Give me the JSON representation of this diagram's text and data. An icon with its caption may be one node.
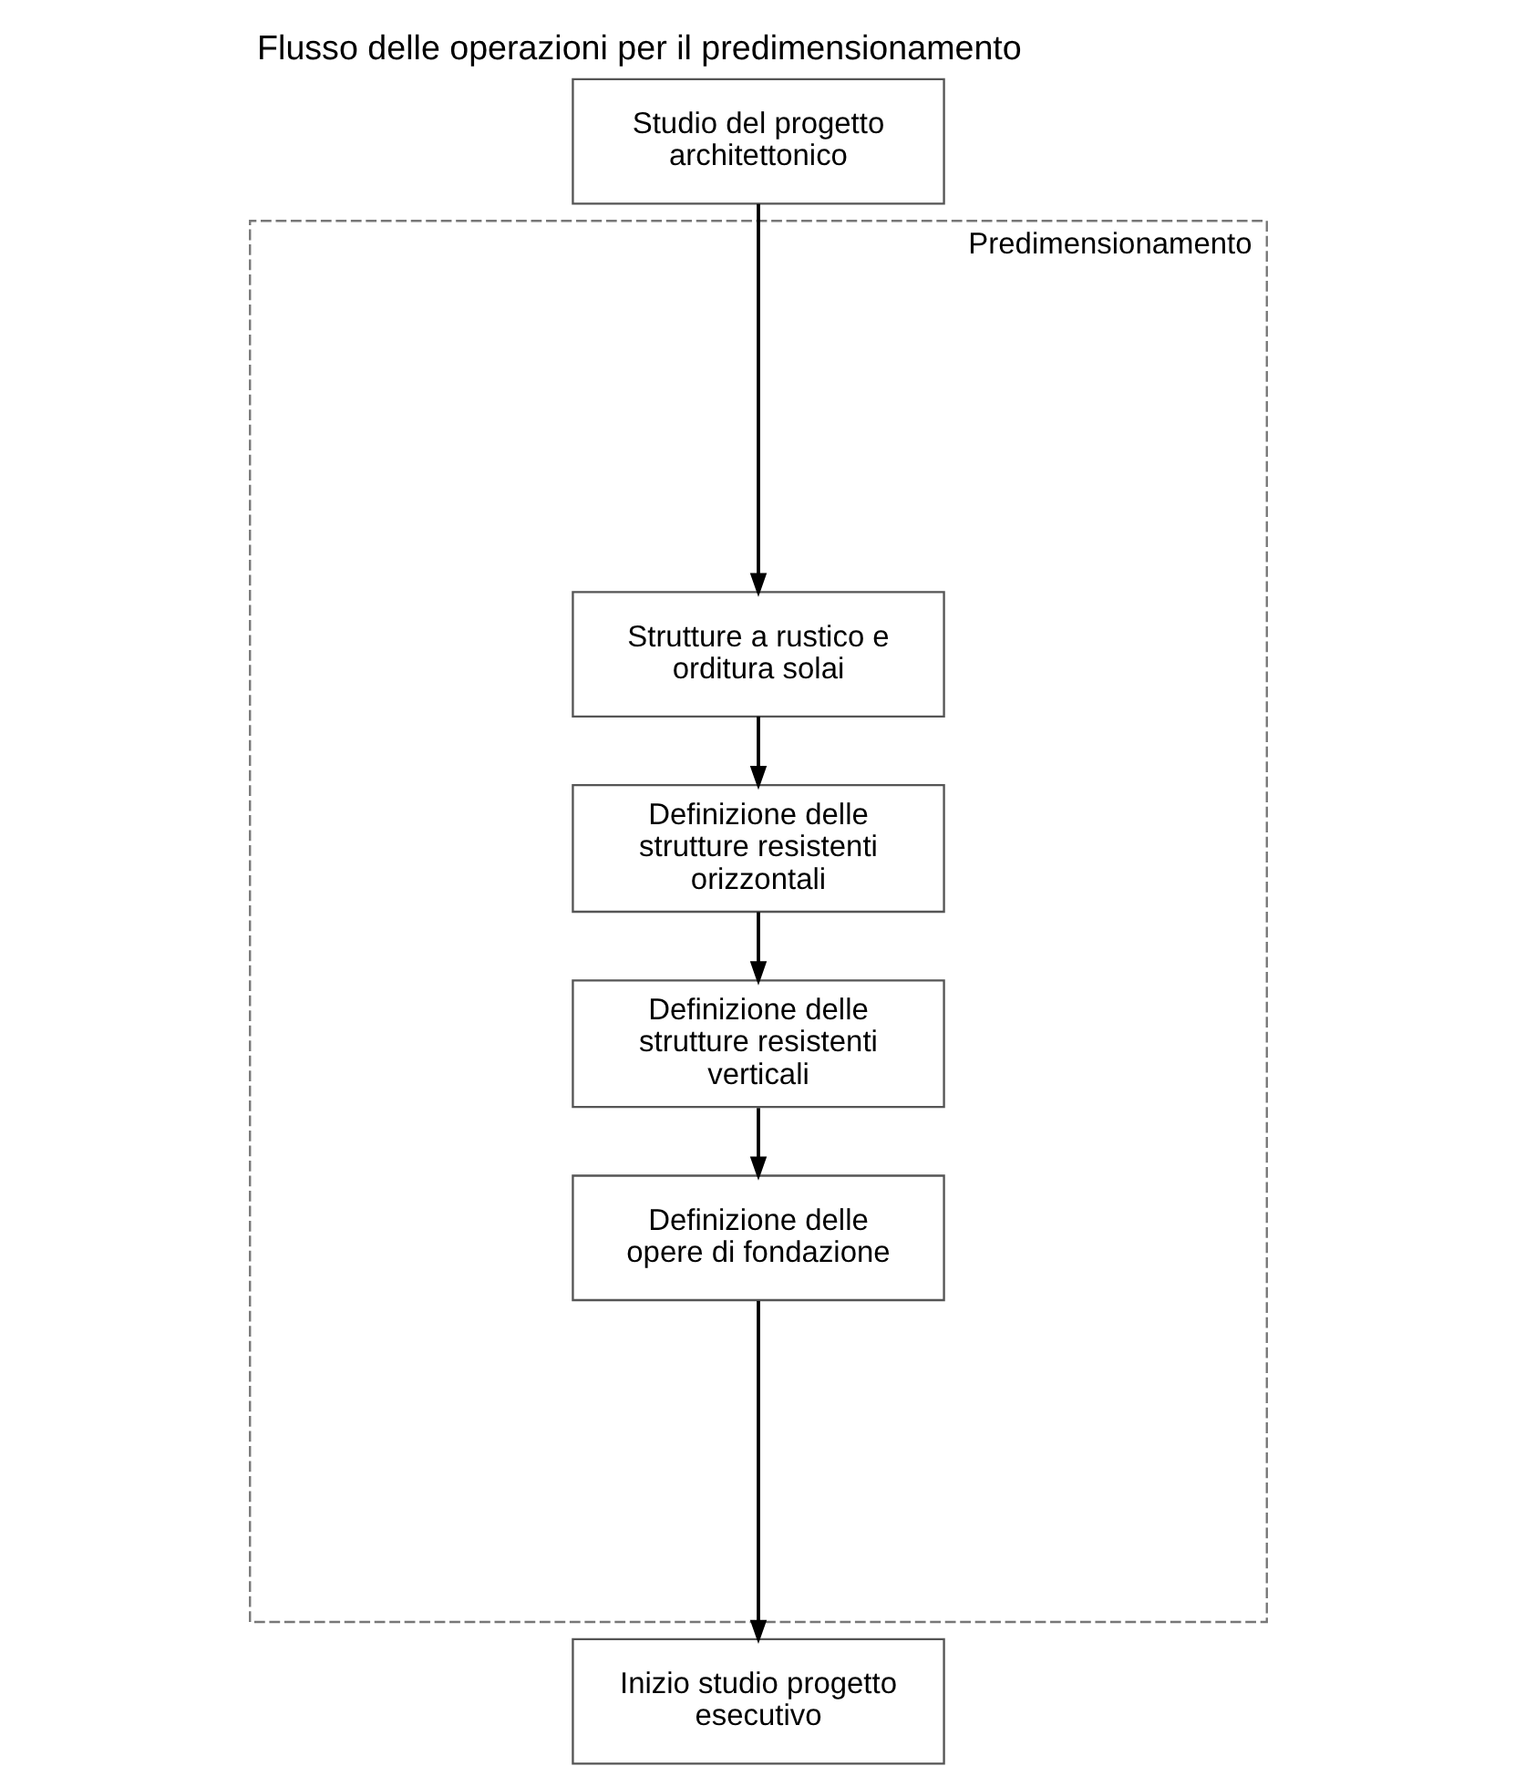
{
  "diagram": {
    "title": "Flusso delle operazioni per il predimensionamento",
    "nodes": [
      {
        "text": [
          "Studio del progetto architettonico"
        ]
      },
      {
        "text": [
          "Predimensionamento"
        ]
      },
      {
        "text": [
          "Strutture a rustico e orditura solai"
        ],
        "in": 1
      },
      {
        "text": [
          "Definizione delle strutture resistenti orizzontali"
        ],
        "in": 1
      },
      {
        "text": [
          "Definizione delle strutture resistenti verticali"
        ],
        "in": 1
      },
      {
        "text": [
          "Definizione delle opere di fondazione"
        ],
        "in": 1
      },
      {
        "text": [
          "Inizio studio progetto esecutivo"
        ]
      }
    ],
    "edges": [
      {
        "from": 0,
        "to": 2,
        "arrow": "to"
      },
      {
        "from": 2,
        "to": 3,
        "arrow": "to"
      },
      {
        "from": 3,
        "to": 4,
        "arrow": "to"
      },
      {
        "from": 4,
        "to": 5,
        "arrow": "to"
      },
      {
        "from": 5,
        "to": 6,
        "arrow": "to"
      }
    ]
  }
}
